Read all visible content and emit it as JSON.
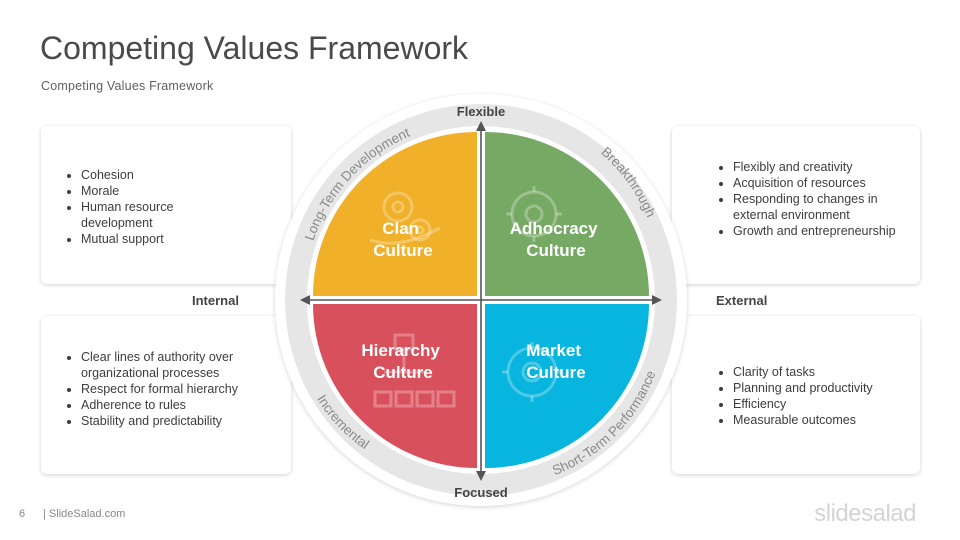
{
  "slide": {
    "title": "Competing Values Framework",
    "subtitle": "Competing Values Framework",
    "page_number": "6",
    "footer_text": "| SlideSalad.com",
    "brand": "slidesalad"
  },
  "axes": {
    "top": "Flexible",
    "bottom": "Focused",
    "left": "Internal",
    "right": "External"
  },
  "ring_labels": {
    "top_left": "Long-Term Development",
    "top_right": "Breakthrough",
    "bottom_left": "Incremental",
    "bottom_right": "Short-Term Performance"
  },
  "quadrants": [
    {
      "line1": "Clan",
      "line2": "Culture",
      "color": "#F0B02A",
      "icon": "gears-icon"
    },
    {
      "line1": "Adhocracy",
      "line2": "Culture",
      "color": "#76A963",
      "icon": "gear-icon"
    },
    {
      "line1": "Hierarchy",
      "line2": "Culture",
      "color": "#D9505D",
      "icon": "org-chart-icon"
    },
    {
      "line1": "Market",
      "line2": "Culture",
      "color": "#07B5DE",
      "icon": "gear-icon"
    }
  ],
  "panels": {
    "top_left": [
      "Cohesion",
      "Morale",
      "Human resource development",
      "Mutual support"
    ],
    "top_right": [
      "Flexibly and creativity",
      "Acquisition  of resources",
      "Responding to changes in external environment",
      "Growth and entrepreneurship"
    ],
    "bottom_left": [
      "Clear lines of authority over organizational  processes",
      "Respect for formal hierarchy",
      "Adherence  to rules",
      "Stability and predictability"
    ],
    "bottom_right": [
      "Clarity of tasks",
      "Planning  and productivity",
      "Efficiency",
      "Measurable outcomes"
    ]
  }
}
